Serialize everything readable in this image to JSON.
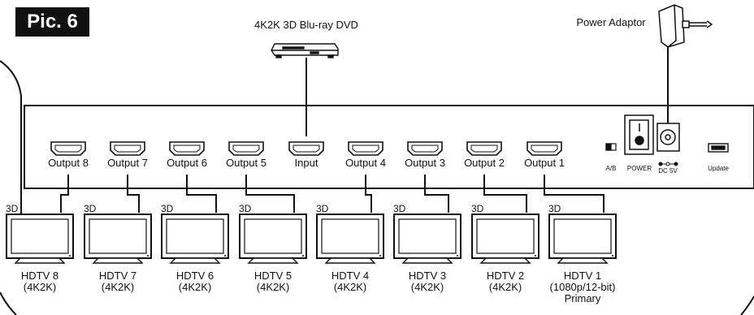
{
  "badge": "Pic. 6",
  "source_label": "4K2K 3D Blu-ray DVD",
  "power_adaptor_label": "Power Adaptor",
  "ports": [
    "Output 8",
    "Output 7",
    "Output 6",
    "Output 5",
    "Input",
    "Output 4",
    "Output 3",
    "Output 2",
    "Output 1"
  ],
  "switch_label": "A/B",
  "power_label": "POWER",
  "dc_label": "DC 5V",
  "update_label": "Update",
  "tv_3d_label": "3D",
  "tvs": [
    {
      "name": "HDTV 8",
      "res": "(4K2K)",
      "extra": ""
    },
    {
      "name": "HDTV 7",
      "res": "(4K2K)",
      "extra": ""
    },
    {
      "name": "HDTV 6",
      "res": "(4K2K)",
      "extra": ""
    },
    {
      "name": "HDTV 5",
      "res": "(4K2K)",
      "extra": ""
    },
    {
      "name": "HDTV 4",
      "res": "(4K2K)",
      "extra": ""
    },
    {
      "name": "HDTV 3",
      "res": "(4K2K)",
      "extra": ""
    },
    {
      "name": "HDTV 2",
      "res": "(4K2K)",
      "extra": ""
    },
    {
      "name": "HDTV 1",
      "res": "(1080p/12-bit)",
      "extra": "Primary"
    }
  ]
}
